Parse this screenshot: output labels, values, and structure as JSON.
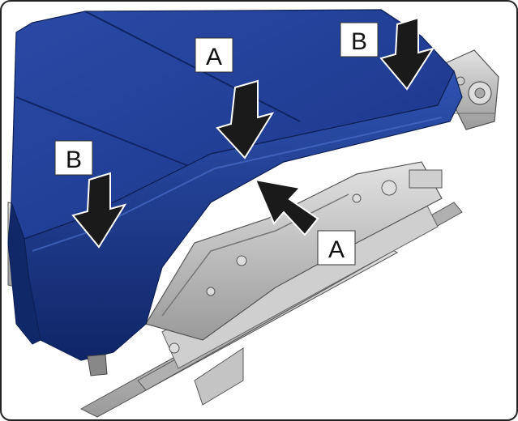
{
  "callouts": [
    {
      "id": "a-top",
      "letter": "A"
    },
    {
      "id": "a-front",
      "letter": "A"
    },
    {
      "id": "b-left",
      "letter": "B"
    },
    {
      "id": "b-right",
      "letter": "B"
    }
  ],
  "colors": {
    "frame": "#222222",
    "cushion": "#1f3f98",
    "cushion_dark": "#0f2566",
    "cushion_light": "#3a5cb8",
    "metal": "#c8c8c8",
    "metal_dark": "#8a8a8a",
    "arrow": "#1a1a1a"
  }
}
